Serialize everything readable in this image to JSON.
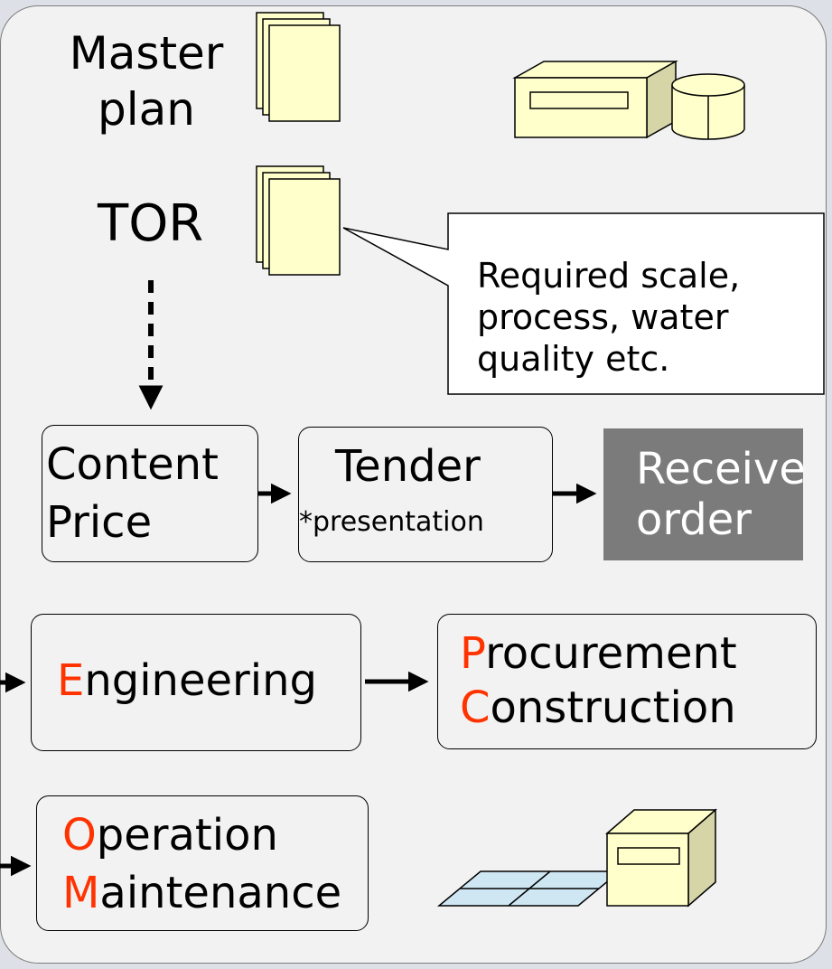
{
  "labels": {
    "master_plan_line1": "Master",
    "master_plan_line2": "plan",
    "tor": "TOR",
    "callout_line1": "Required scale,",
    "callout_line2": "process, water",
    "callout_line3": "quality etc."
  },
  "boxes": {
    "content_line1": "Content",
    "content_line2": "Price",
    "tender_title": "Tender",
    "tender_note": "*presentation",
    "receive_line1": "Receive",
    "receive_line2": "order",
    "engineering_initial": "E",
    "engineering_rest": "ngineering",
    "procurement_initial": "P",
    "procurement_rest": "rocurement",
    "construction_initial": "C",
    "construction_rest": "onstruction",
    "operation_initial": "O",
    "operation_rest": "peration",
    "maintenance_initial": "M",
    "maintenance_rest": "aintenance"
  },
  "colors": {
    "panel_bg": "#f2f2f2",
    "document_fill": "#ffffcc",
    "machine_fill": "#ffffcc",
    "tank_fill": "#cfe7f3",
    "highlight_letter": "#ff3300",
    "receive_bg": "#7b7b7b"
  },
  "icons": [
    "document-stack-icon",
    "control-unit-icon",
    "plant-unit-icon"
  ]
}
